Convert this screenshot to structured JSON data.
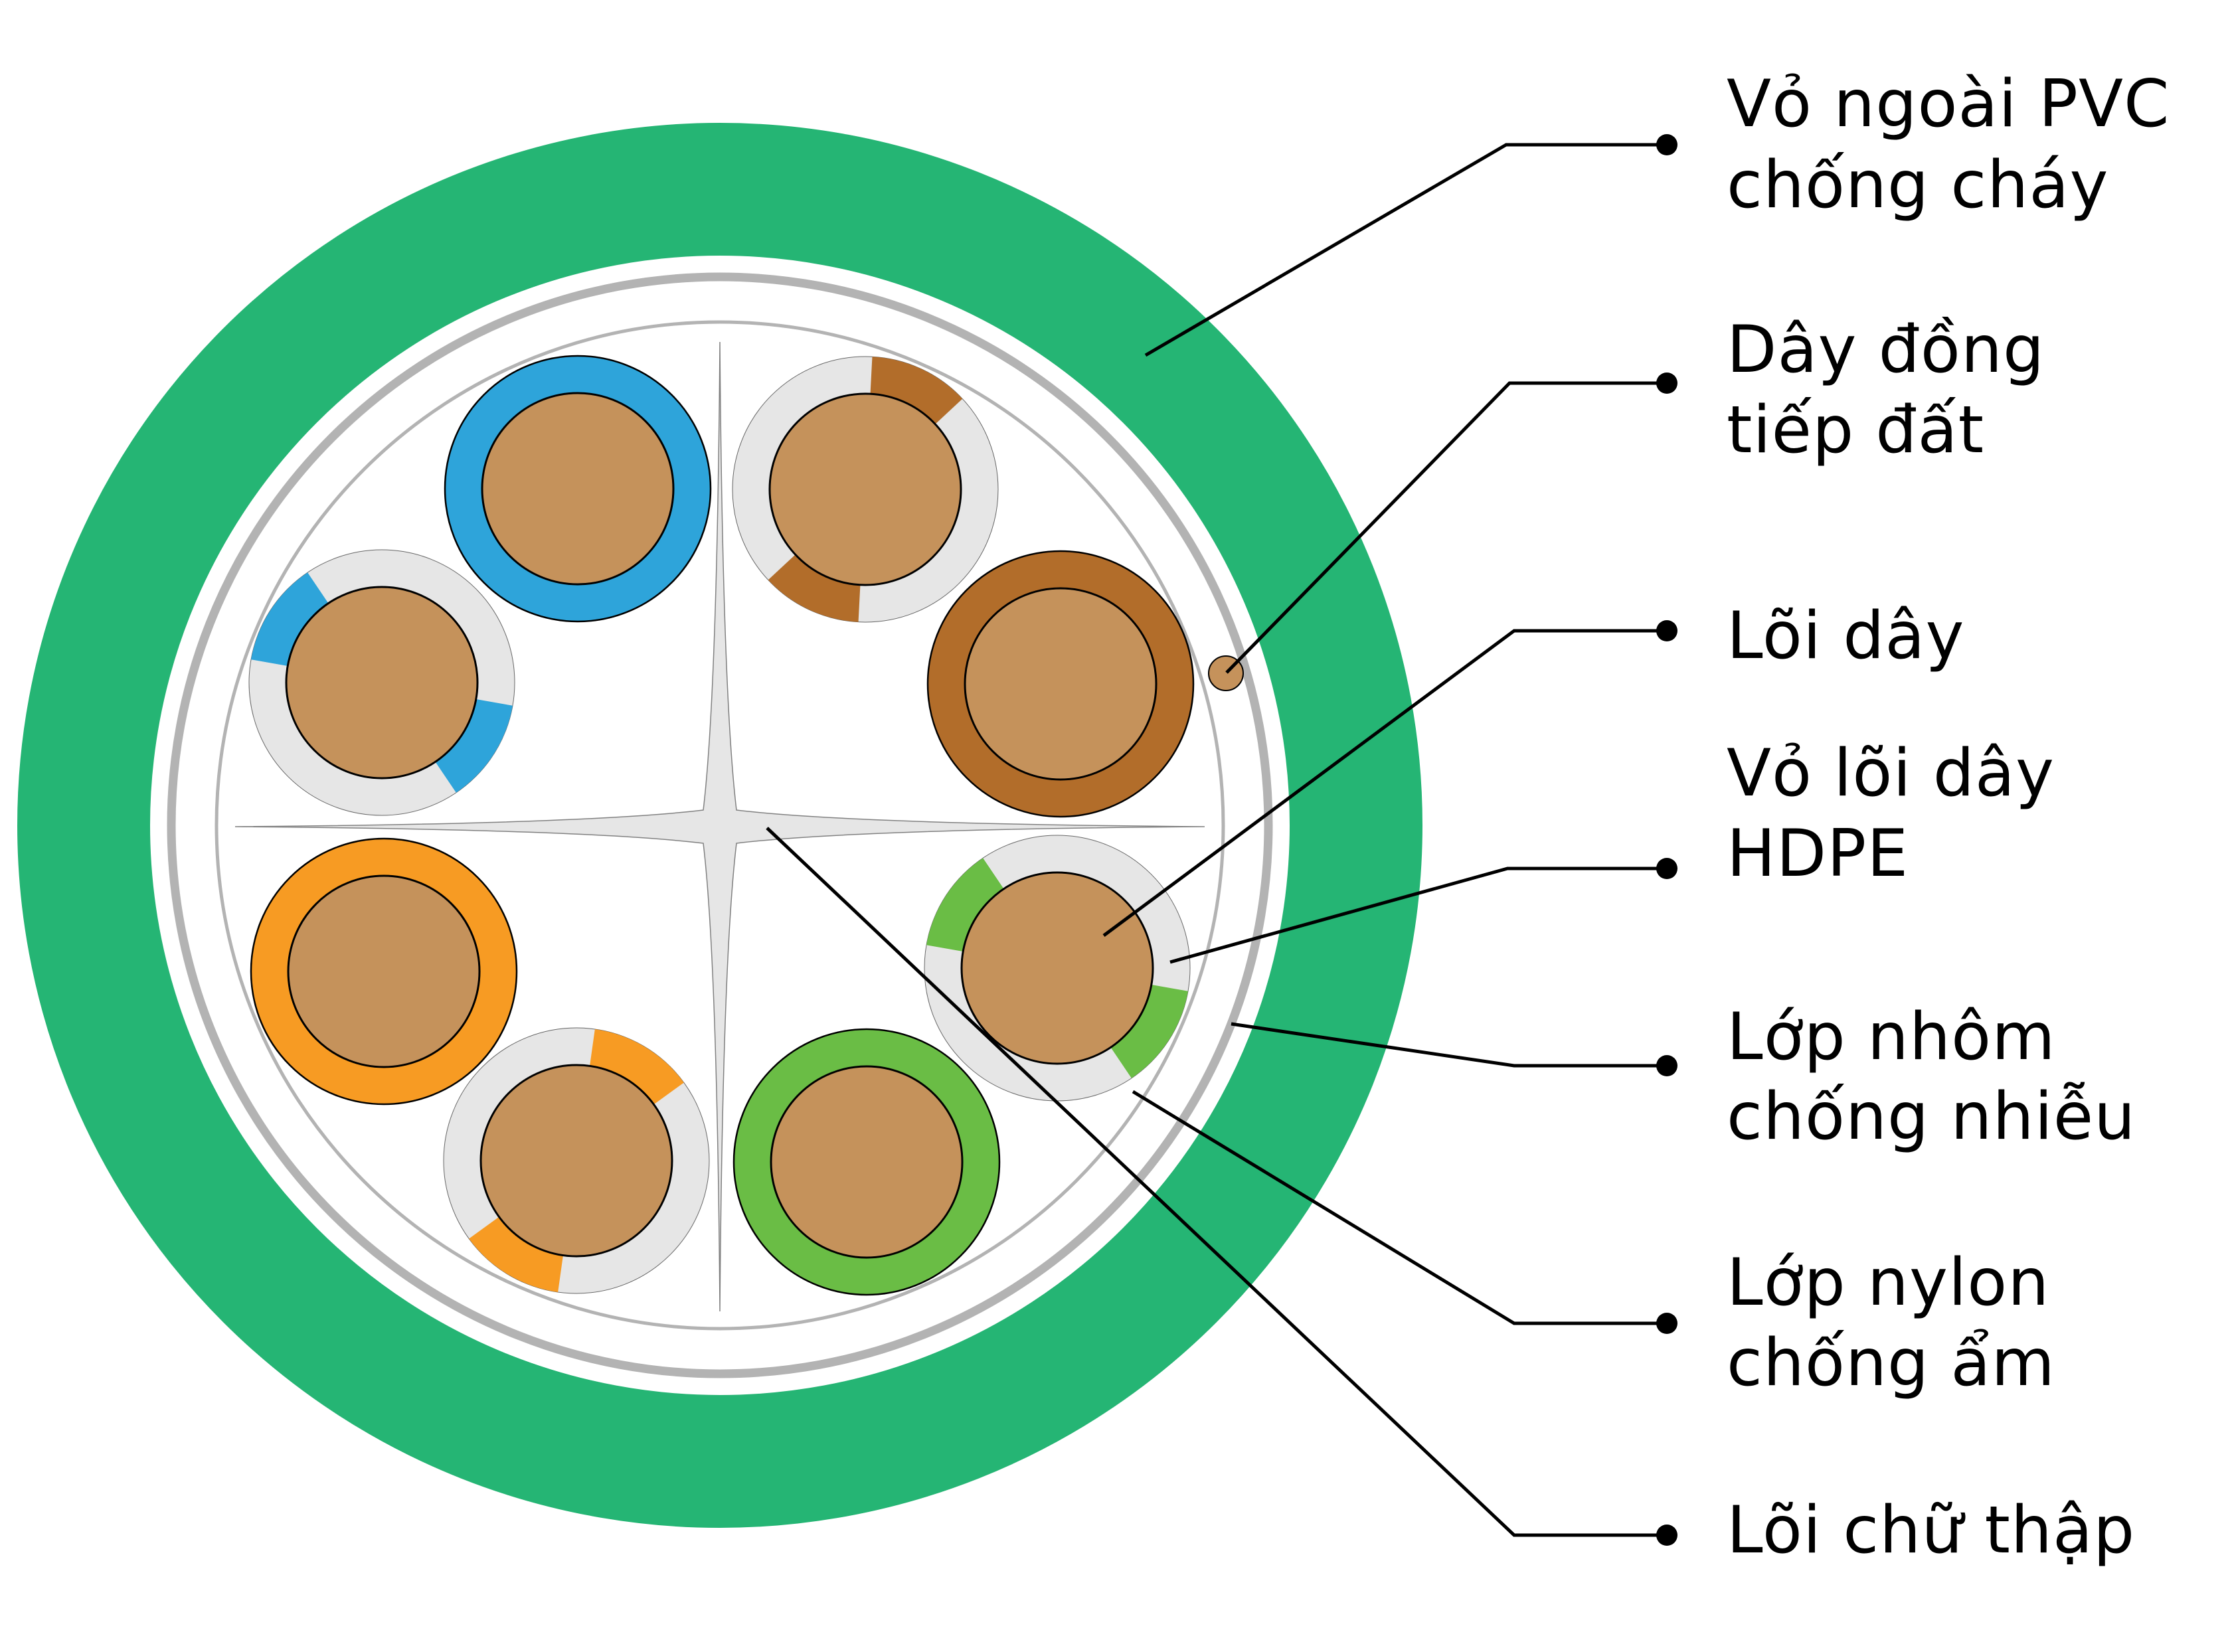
{
  "title": "Cross-section of shielded twisted-pair cable",
  "colors": {
    "jacket": "#25B574",
    "shield": "#B3B3B3",
    "nylon": "#B3B3B3",
    "spline": "#E6E6E6",
    "insulation_base": "#E6E6E6",
    "copper": "#C5925B",
    "leader": "#000000"
  },
  "pairs": [
    {
      "name": "blue",
      "color": "#2EA4DA",
      "style": "solid"
    },
    {
      "name": "blue-white",
      "color": "#2EA4DA",
      "style": "striped"
    },
    {
      "name": "orange",
      "color": "#F79B23",
      "style": "solid"
    },
    {
      "name": "orange-white",
      "color": "#F79B23",
      "style": "striped"
    },
    {
      "name": "green",
      "color": "#6ABD45",
      "style": "solid"
    },
    {
      "name": "green-white",
      "color": "#6ABD45",
      "style": "striped"
    },
    {
      "name": "brown",
      "color": "#B26D2A",
      "style": "solid"
    },
    {
      "name": "brown-white",
      "color": "#B26D2A",
      "style": "striped"
    }
  ],
  "labels": [
    {
      "id": "jacket",
      "lines": [
        "Vỏ ngoài PVC",
        "chống cháy"
      ]
    },
    {
      "id": "drain-wire",
      "lines": [
        "Dây đồng",
        "tiếp đất"
      ]
    },
    {
      "id": "conductor",
      "lines": [
        "Lõi dây"
      ]
    },
    {
      "id": "insulation",
      "lines": [
        "Vỏ lõi dây",
        "HDPE"
      ]
    },
    {
      "id": "shield",
      "lines": [
        "Lớp nhôm",
        "chống nhiễu"
      ]
    },
    {
      "id": "nylon",
      "lines": [
        "Lớp nylon",
        "chống ẩm"
      ]
    },
    {
      "id": "cross-filler",
      "lines": [
        "Lõi chữ thập"
      ]
    }
  ]
}
